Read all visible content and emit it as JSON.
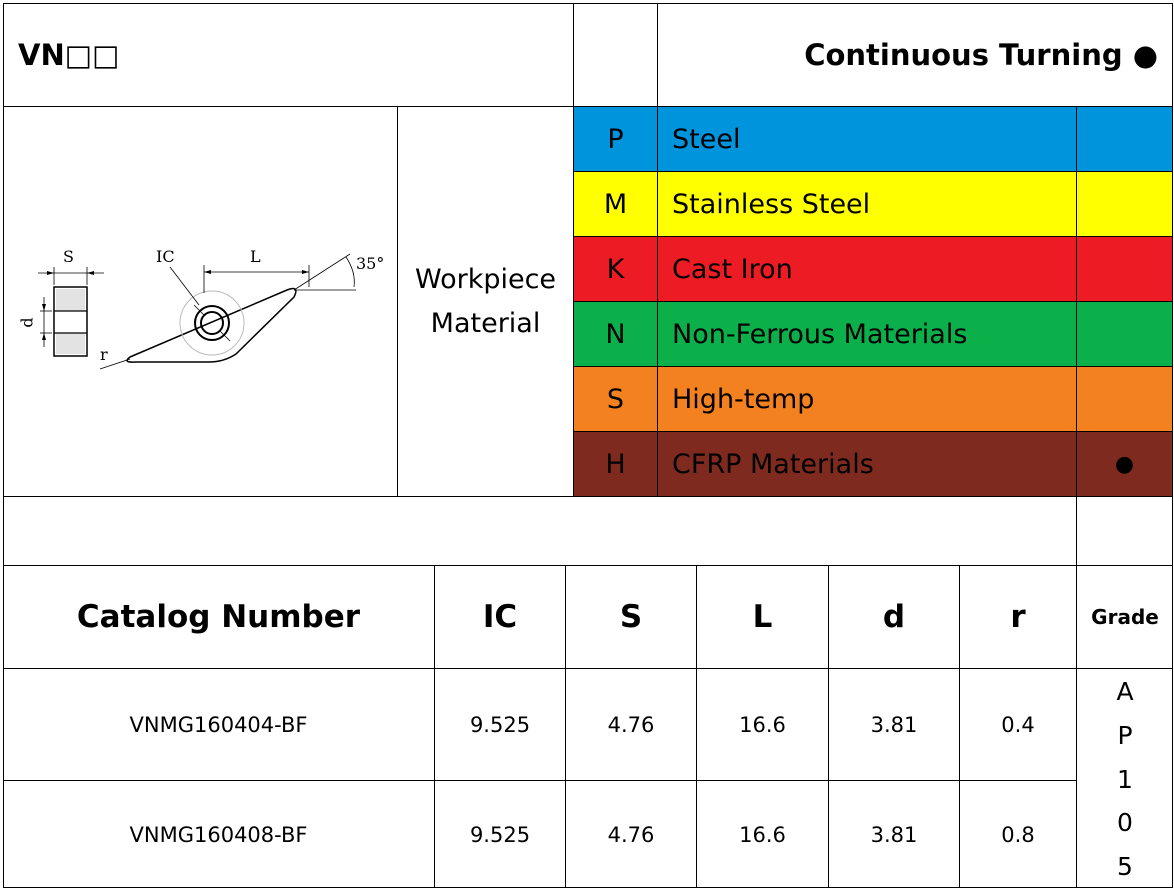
{
  "header": {
    "series": "VN□□",
    "operation": "Continuous Turning ●"
  },
  "workpiece_label": [
    "Workpiece",
    "Material"
  ],
  "materials": [
    {
      "code": "P",
      "name": "Steel",
      "mark": "",
      "color": "#0094dc"
    },
    {
      "code": "M",
      "name": "Stainless Steel",
      "mark": "",
      "color": "#ffff00"
    },
    {
      "code": "K",
      "name": "Cast Iron",
      "mark": "",
      "color": "#ed1c24"
    },
    {
      "code": "N",
      "name": "Non-Ferrous Materials",
      "mark": "",
      "color": "#0cb04b"
    },
    {
      "code": "S",
      "name": "High-temp",
      "mark": "",
      "color": "#f48120"
    },
    {
      "code": "H",
      "name": "CFRP Materials",
      "mark": "●",
      "color": "#7f2a1e"
    }
  ],
  "diagram": {
    "s_label": "S",
    "d_label": "d",
    "ic_label": "IC",
    "l_label": "L",
    "angle_label": "35°",
    "r_label": "r"
  },
  "table": {
    "headers": [
      "Catalog Number",
      "IC",
      "S",
      "L",
      "d",
      "r"
    ],
    "grade_header": "Grade",
    "rows": [
      [
        "VNMG160404-BF",
        "9.525",
        "4.76",
        "16.6",
        "3.81",
        "0.4"
      ],
      [
        "VNMG160408-BF",
        "9.525",
        "4.76",
        "16.6",
        "3.81",
        "0.8"
      ]
    ],
    "grade_letters": [
      "A",
      "P",
      "1",
      "0",
      "5"
    ]
  }
}
